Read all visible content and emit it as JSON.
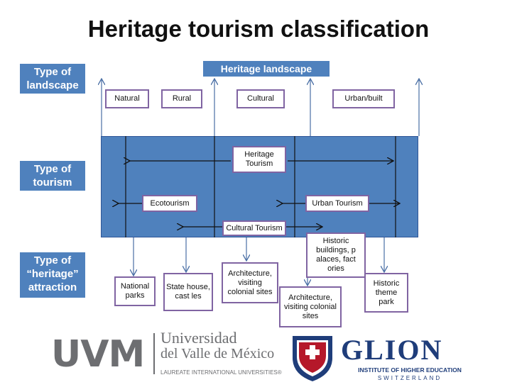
{
  "title": "Heritage tourism classification",
  "side_labels": {
    "landscape": "Type of landscape",
    "tourism": "Type of tourism",
    "attraction": "Type of “heritage” attraction"
  },
  "banner": "Heritage landscape",
  "landscape_types": [
    "Natural",
    "Rural",
    "Cultural",
    "Urban/built"
  ],
  "tourism_types": {
    "heritage": "Heritage Tourism",
    "eco": "Ecotourism",
    "urban": "Urban Tourism",
    "cultural": "Cultural Tourism"
  },
  "attractions": {
    "national_parks": "National parks",
    "state_house": "State house, cast les",
    "architecture_1": "Architecture, visiting colonial sites",
    "architecture_2": "Architecture, visiting colonial sites",
    "historic_buildings": "Historic buildings, p alaces, fact ories",
    "theme_park": "Historic theme park"
  },
  "logos": {
    "uvm": "UVM",
    "uvm_name_1": "Universidad",
    "uvm_name_2": "del Valle de México",
    "uvm_tagline": "LAUREATE INTERNATIONAL UNIVERSITIES®",
    "glion": "GLION",
    "glion_sub1": "INSTITUTE OF HIGHER EDUCATION",
    "glion_sub2": "SWITZERLAND"
  },
  "colors": {
    "band": "#4f81bd",
    "box_border": "#8064a2",
    "uvm": "#6d6e71",
    "glion": "#1f3d7a"
  }
}
